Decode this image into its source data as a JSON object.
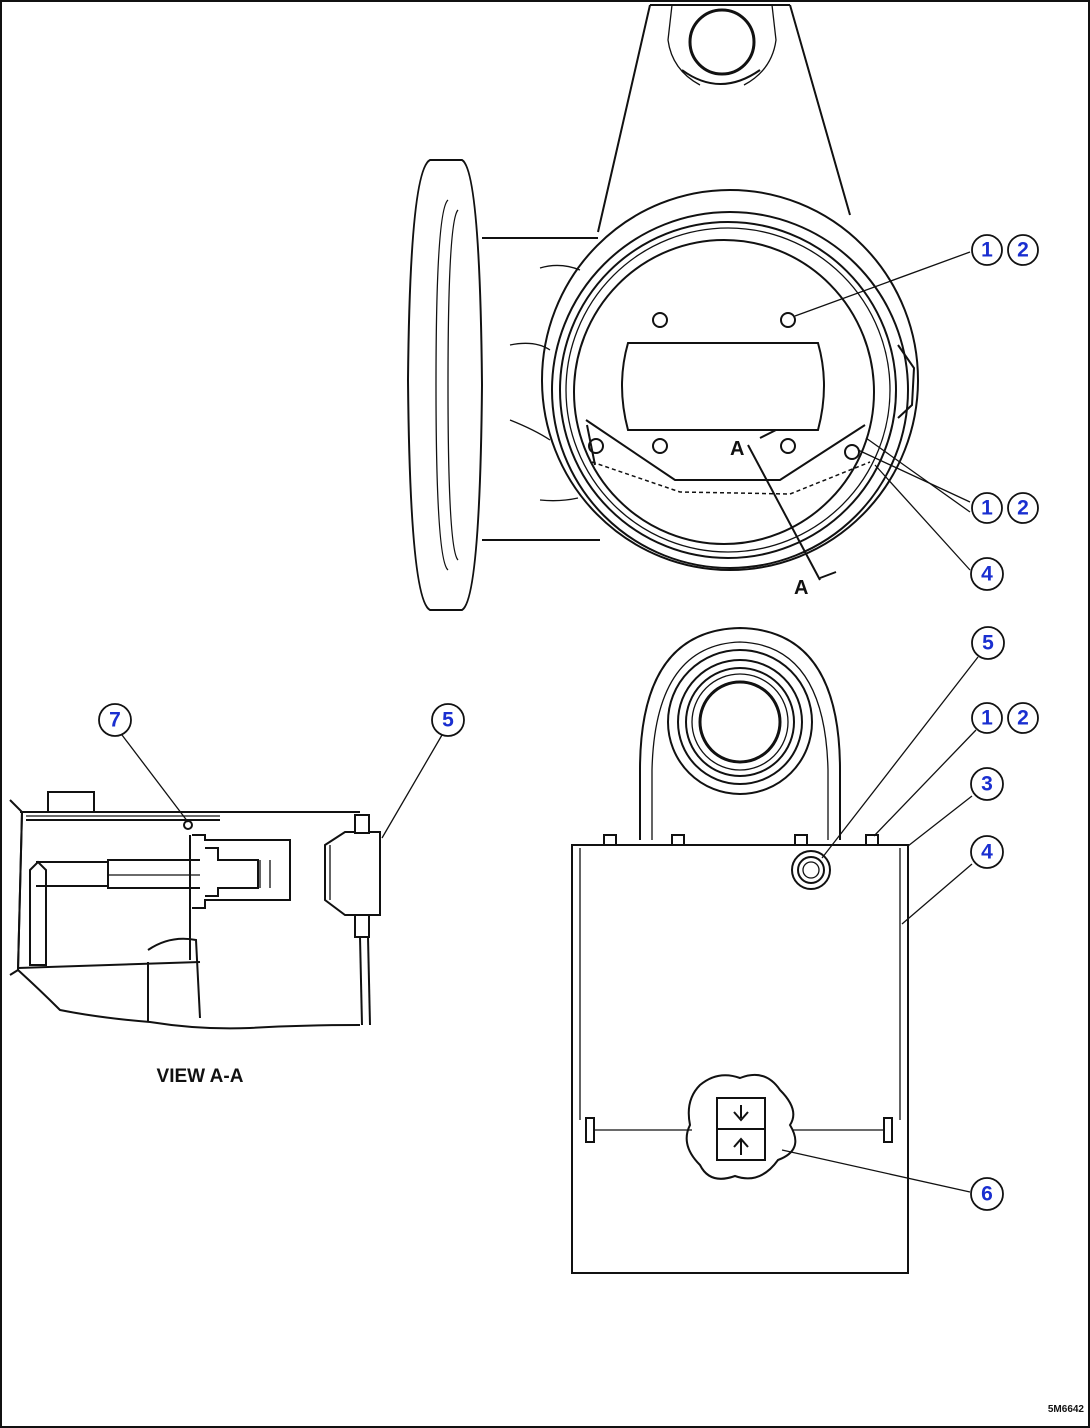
{
  "callouts": {
    "c1a": "1",
    "c2a": "2",
    "c1b": "1",
    "c2b": "2",
    "c4a": "4",
    "c5a": "5",
    "c1c": "1",
    "c2c": "2",
    "c3a": "3",
    "c4b": "4",
    "c6a": "6",
    "c7a": "7",
    "c5b": "5"
  },
  "labels": {
    "section_a_upper": "A",
    "section_a_lower": "A",
    "view_label": "VIEW A-A",
    "drawing_code": "5M6642"
  },
  "colors": {
    "callout_text": "#1a2fd0",
    "line": "#111111",
    "background": "#ffffff"
  }
}
